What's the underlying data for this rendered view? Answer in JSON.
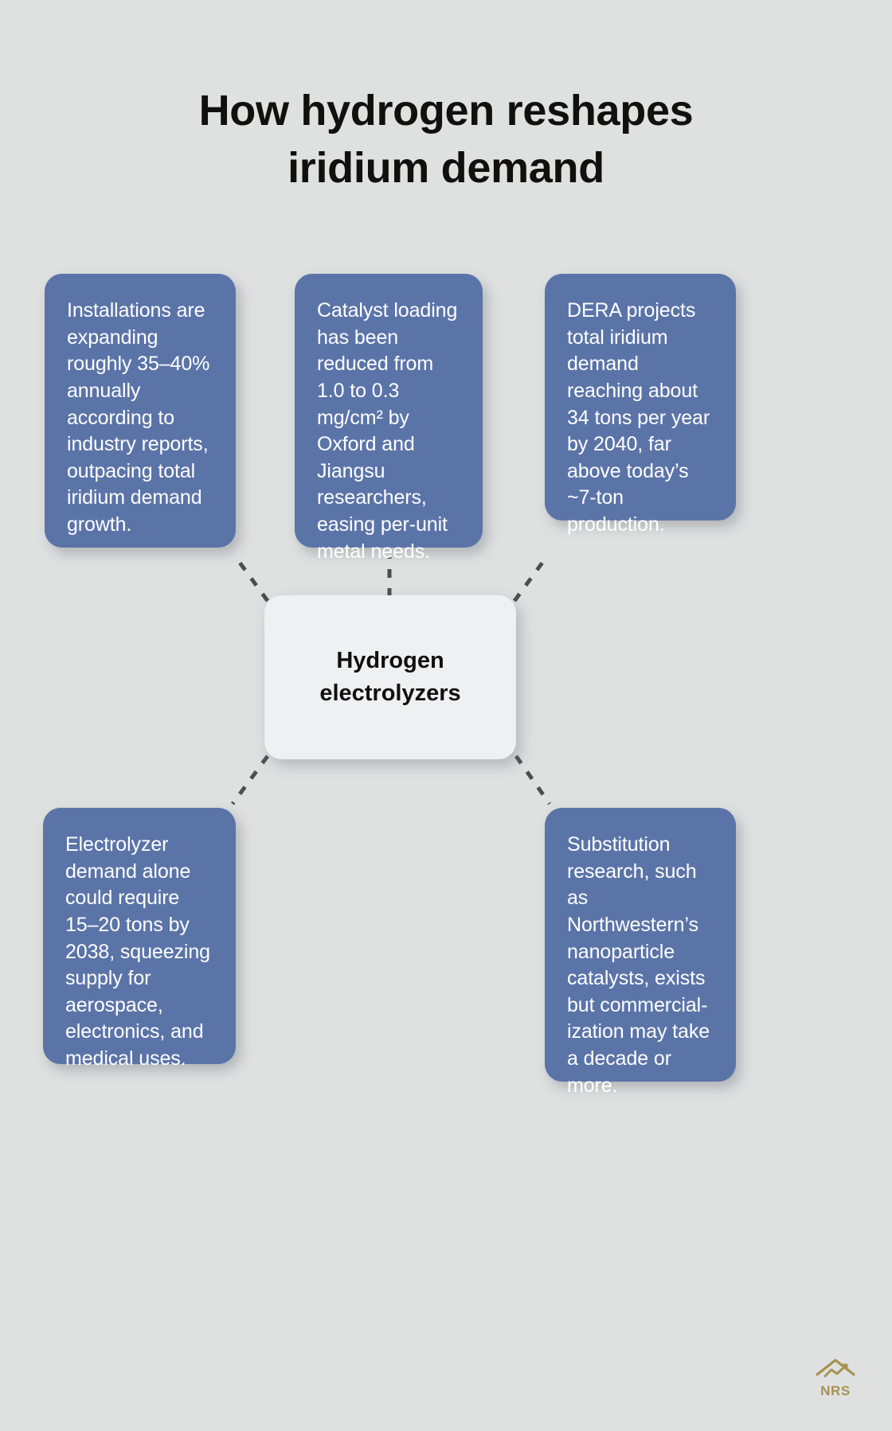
{
  "title": {
    "line1": "How hydrogen reshapes",
    "line2": "iridium demand"
  },
  "center": {
    "line1": "Hydrogen",
    "line2": "electrolyzers"
  },
  "cards": [
    {
      "id": "installations-growth",
      "text": "Installations are expanding roughly 35–40% annually according to industry reports, outpacing total iridium demand growth."
    },
    {
      "id": "catalyst-loading",
      "text": "Catalyst loading has been reduced from 1.0 to 0.3 mg/cm² by Oxford and Jiangsu researchers, easing per-unit metal needs."
    },
    {
      "id": "dera-projection",
      "text": "DERA projects total iridium demand reaching about 34 tons per year by 2040, far above today’s ~7-ton production."
    },
    {
      "id": "electrolyzer-demand",
      "text": "Electrolyzer demand alone could require 15–20 tons by 2038, squeezing supply for aerospace, electronics, and medical uses."
    },
    {
      "id": "substitution-research",
      "text": "Substitution research, such as Northwestern’s nanoparticle catalysts, exists but commercial-ization may take a decade or more."
    }
  ],
  "logo": {
    "text": "NRS",
    "icon": "roof-chart-icon"
  },
  "colors": {
    "background": "#dfe1e1",
    "card": "#5b74a8",
    "center_node": "#eff0f2",
    "title_text": "#11100f",
    "card_text": "#ffffff",
    "connector": "#4d4d4d",
    "logo": "#a8924f"
  }
}
